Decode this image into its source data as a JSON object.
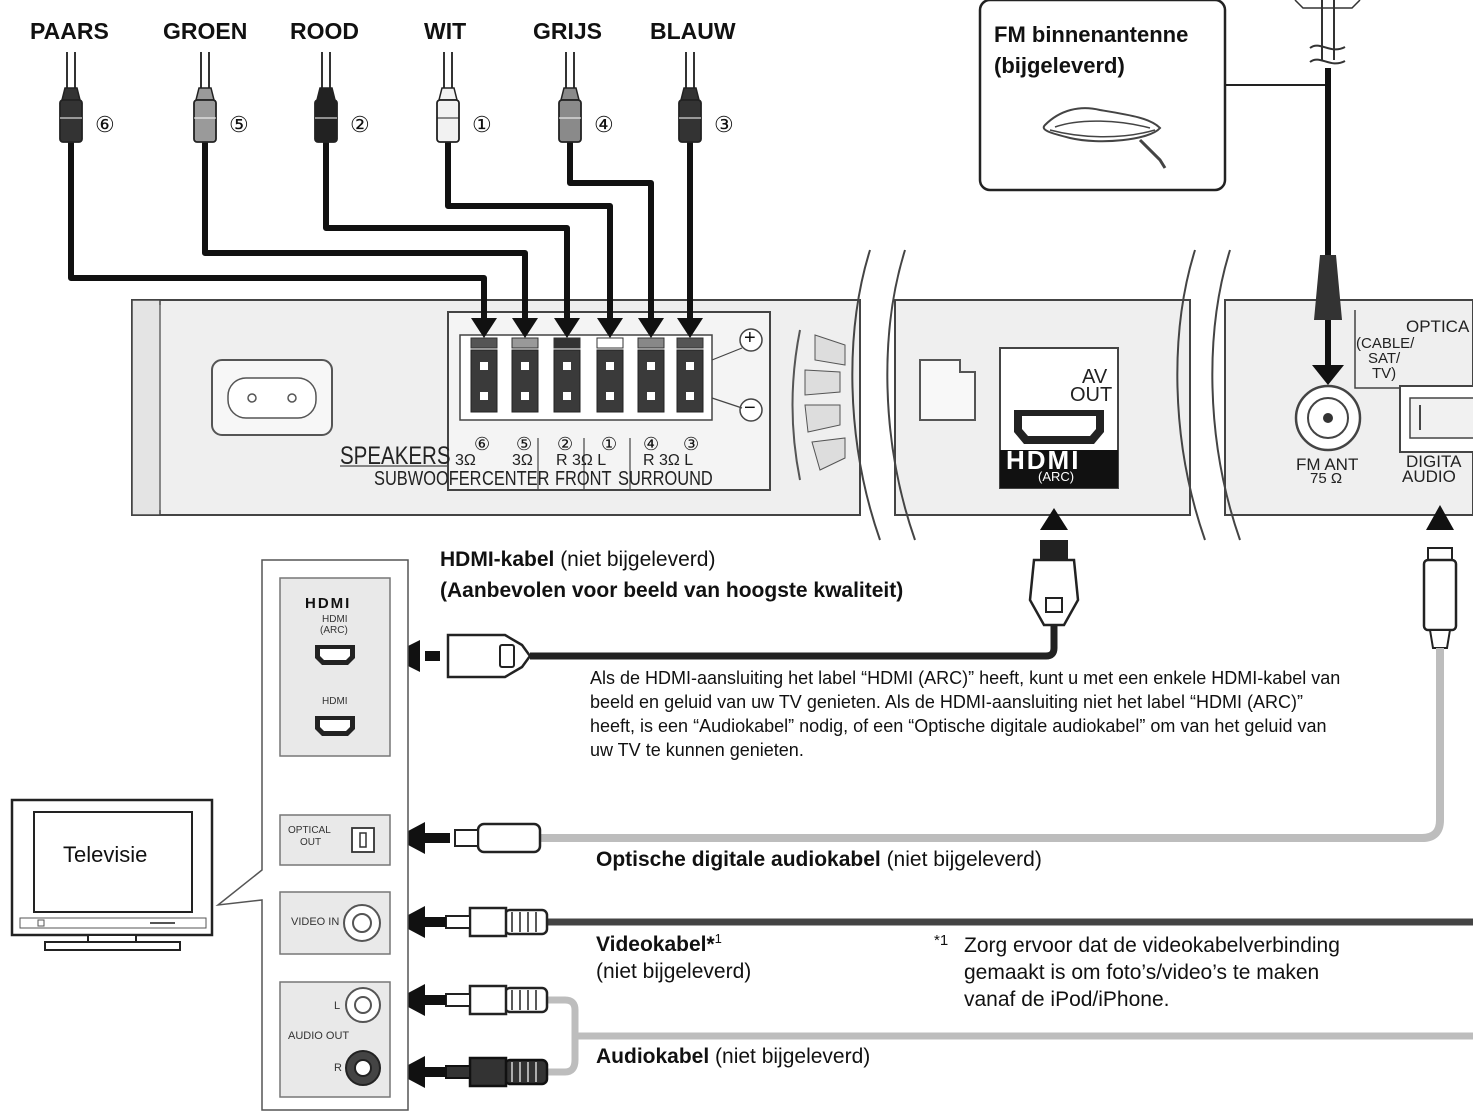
{
  "wire_colors": [
    {
      "name": "PAARS",
      "number": "⑥"
    },
    {
      "name": "GROEN",
      "number": "⑤"
    },
    {
      "name": "ROOD",
      "number": "②"
    },
    {
      "name": "WIT",
      "number": "①"
    },
    {
      "name": "GRIJS",
      "number": "④"
    },
    {
      "name": "BLAUW",
      "number": "③"
    }
  ],
  "fm_antenna": {
    "line1": "FM binnenantenne",
    "line2": "(bijgeleverd)"
  },
  "panel": {
    "speakers_label": "SPEAKERS",
    "subwoofer_ohm": "3Ω",
    "terminal_nums": [
      "⑥",
      "⑤",
      "②",
      "①",
      "④",
      "③"
    ],
    "center_ohm": "3Ω",
    "front_ohm": "R 3Ω L",
    "surround_ohm": "R 3Ω L",
    "groups": [
      "SUBWOOFER",
      "CENTER",
      "FRONT",
      "SURROUND"
    ],
    "plus": "+",
    "minus": "−",
    "av_out_1": "AV",
    "av_out_2": "OUT",
    "hdmi_logo": "HDMI",
    "arc": "(ARC)",
    "fm_ant_1": "FM ANT",
    "fm_ant_2": "75 Ω",
    "optical_top": "OPTICA",
    "optical_sub_1": "(CABLE/",
    "optical_sub_2": "SAT/",
    "optical_sub_3": "TV)",
    "digital_1": "DIGITA",
    "digital_2": "AUDIO"
  },
  "tv": {
    "label": "Televisie",
    "hdmi_logo": "HDMI",
    "hdmi_arc_1": "HDMI",
    "hdmi_arc_2": "(ARC)",
    "hdmi_plain": "HDMI",
    "optical_1": "OPTICAL",
    "optical_2": "OUT",
    "video_in": "VIDEO IN",
    "audio_l": "L",
    "audio_out": "AUDIO OUT",
    "audio_r": "R"
  },
  "captions": {
    "hdmi_bold": "HDMI-kabel",
    "hdmi_rest": " (niet bijgeleverd)",
    "hdmi_line2": "(Aanbevolen voor beeld van hoogste kwaliteit)",
    "hdmi_note": "Als de HDMI-aansluiting het label “HDMI (ARC)” heeft, kunt u met een enkele HDMI-kabel van beeld en geluid van uw TV genieten. Als de HDMI-aansluiting niet het label “HDMI (ARC)” heeft, is een “Audiokabel” nodig, of een “Optische digitale audiokabel” om van het geluid van uw TV te kunnen genieten.",
    "optical_bold": "Optische digitale audiokabel",
    "optical_rest": " (niet bijgeleverd)",
    "video_bold": "Videokabel*",
    "video_sup": "1",
    "video_line2": "(niet bijgeleverd)",
    "footnote_mark": "*1",
    "footnote_1": "Zorg ervoor dat de videokabelverbinding",
    "footnote_2": "gemaakt is om foto’s/video’s te maken",
    "footnote_3": "vanaf de iPod/iPhone.",
    "audio_bold": "Audiokabel",
    "audio_rest": " (niet bijgeleverd)"
  }
}
